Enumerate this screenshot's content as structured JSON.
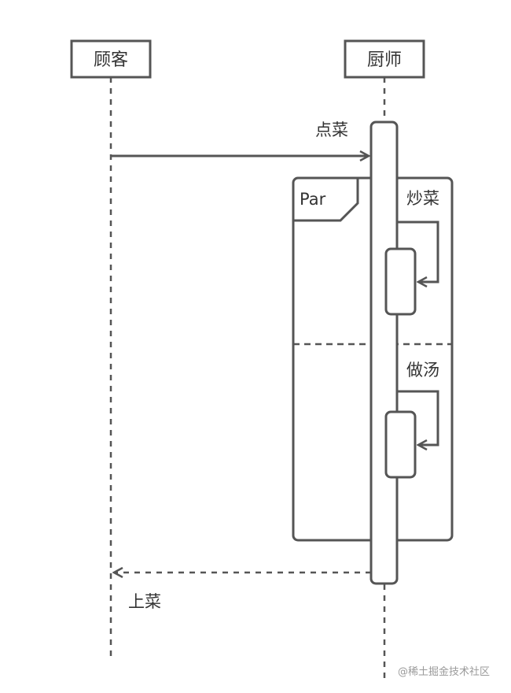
{
  "participants": {
    "customer": "顾客",
    "chef": "厨师"
  },
  "messages": {
    "order": "点菜",
    "serve": "上菜"
  },
  "fragment": {
    "operator": "Par",
    "branch1": "炒菜",
    "branch2": "做汤"
  },
  "watermark": "@稀土掘金技术社区",
  "colors": {
    "stroke": "#555555",
    "text": "#333333",
    "watermark": "#9a9a9a"
  }
}
